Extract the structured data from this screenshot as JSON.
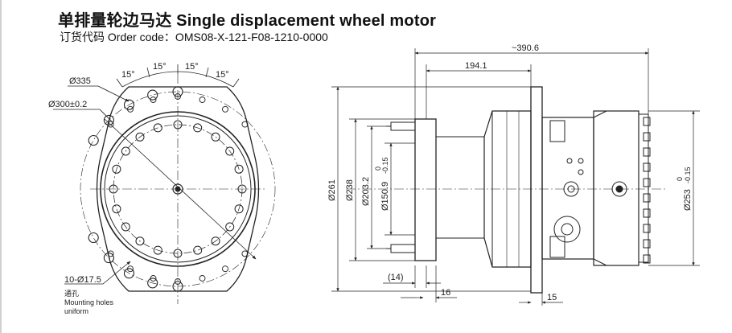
{
  "title": "单排量轮边马达 Single displacement wheel motor",
  "order_code": "订货代码 Order code：OMS08-X-121-F08-1210-0000",
  "front_view": {
    "angles": [
      "15°",
      "15°",
      "15°",
      "15°"
    ],
    "dia_335": "Ø335",
    "dia_300": "Ø300±0.2",
    "holes": "10-Ø17.5",
    "holes_cn": "通孔",
    "holes_en1": "Mounting holes",
    "holes_en2": "uniform"
  },
  "side_view": {
    "overall": "~390.6",
    "len_194": "194.1",
    "d261": "Ø261",
    "d238": "Ø238",
    "d203": "Ø203.2",
    "d150": "Ø150.9",
    "d150_tol_up": "0",
    "d150_tol_low": "-0.15",
    "d253": "Ø253",
    "d253_tol_up": "0",
    "d253_tol_low": "-0.15",
    "d14": "(14)",
    "d16": "16",
    "d15": "15"
  }
}
